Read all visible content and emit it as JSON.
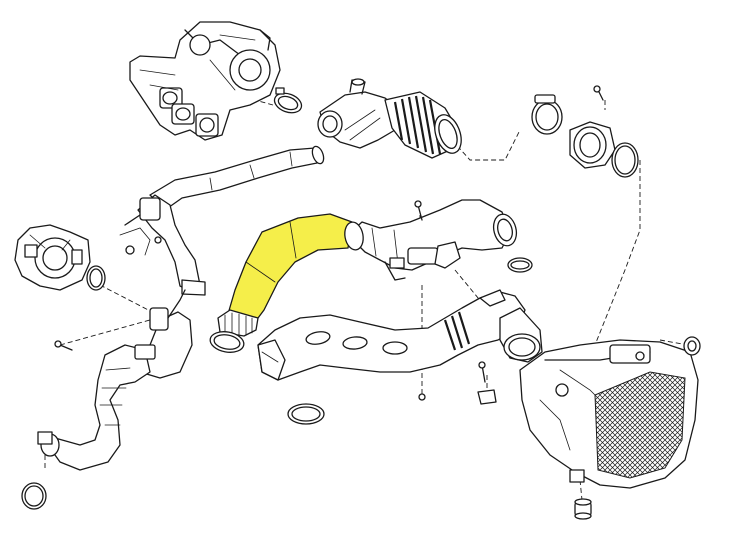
{
  "diagram": {
    "labels": [],
    "highlight_color": "#f5ee4a",
    "highlighted_part": "intercooler-inlet-hose",
    "parts": [
      "turbocharger-manifold",
      "turbo-inlet-elbow",
      "corrugated-air-duct",
      "throttle-body",
      "coolant-pipe-upper",
      "coolant-pipe-lower",
      "intercooler-inlet-hose",
      "charge-air-pipe",
      "intercooler-outlet-duct",
      "charge-air-cooler",
      "mass-air-flow-sensor",
      "hose-clamps",
      "o-rings",
      "fasteners"
    ]
  }
}
